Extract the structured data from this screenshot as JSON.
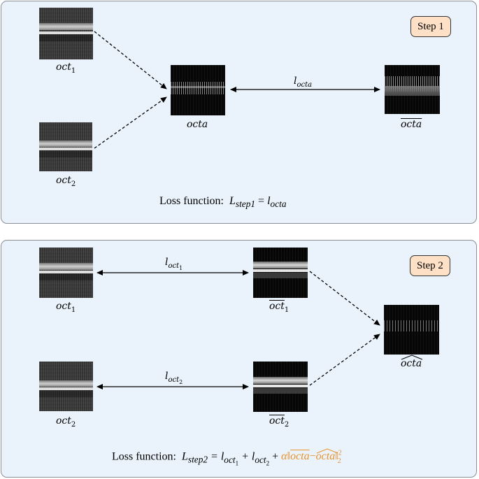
{
  "step1": {
    "badge": "Step 1",
    "oct1": "oct",
    "oct1_sub": "1",
    "oct2": "oct",
    "oct2_sub": "2",
    "octa": "octa",
    "octa_bar": "octa",
    "loss_name": "l",
    "loss_sub": "octa",
    "formula_prefix": "Loss function:",
    "formula_L": "L",
    "formula_L_sub": "step1",
    "formula_eq": "=",
    "formula_l": "l",
    "formula_l_sub": "octa"
  },
  "step2": {
    "badge": "Step 2",
    "oct1": "oct",
    "oct1_sub": "1",
    "oct2": "oct",
    "oct2_sub": "2",
    "oct1_bar": "oct",
    "oct1_bar_sub": "1",
    "oct2_bar": "oct",
    "oct2_bar_sub": "2",
    "octa_hat": "octa",
    "loss1_name": "l",
    "loss1_sub": "oct",
    "loss1_subsub": "1",
    "loss2_name": "l",
    "loss2_sub": "oct",
    "loss2_subsub": "2",
    "formula_prefix": "Loss function:",
    "formula_L": "L",
    "formula_L_sub": "step2",
    "formula_rest": "= l",
    "formula_t1_sub": "oct",
    "formula_t1_subsub": "1",
    "formula_plus": "+ l",
    "formula_t2_sub": "oct",
    "formula_t2_subsub": "2",
    "formula_plus2": "+",
    "formula_alpha": "α",
    "formula_norm_open": "‖",
    "formula_a": "octa",
    "formula_minus": "−",
    "formula_b": "octa",
    "formula_norm_close": "‖",
    "formula_exp": "2",
    "formula_idx": "2"
  },
  "colors": {
    "panel_bg": "#eaf3fc",
    "badge_bg": "#fde0c6",
    "highlight": "#e8922c"
  }
}
